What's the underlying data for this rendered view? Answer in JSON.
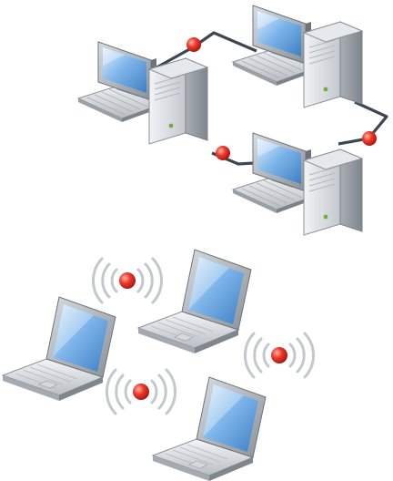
{
  "diagram": {
    "sections": [
      {
        "id": "wired",
        "device": "desktop-computer",
        "count": 3,
        "connection": "cable-with-nodes"
      },
      {
        "id": "wireless",
        "device": "laptop",
        "count": 3,
        "connection": "radio-signal"
      }
    ],
    "colors": {
      "node": "#e8281e",
      "cable": "#3c4752",
      "screen": "#5a9bd8",
      "screen_glow": "#d6ecff",
      "case": "#c9ced3",
      "case_dark": "#8f969d",
      "wave": "#c4c8cc"
    },
    "icons": [
      "desktop-computer-icon",
      "laptop-icon",
      "network-node-icon",
      "wifi-signal-icon"
    ]
  }
}
